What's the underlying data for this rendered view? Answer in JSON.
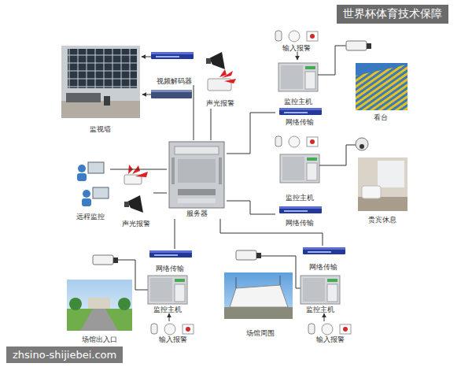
{
  "diagram": {
    "nodes": [
      {
        "text": [
          "监视墙"
        ]
      },
      {
        "text": [
          "视频解码器"
        ]
      },
      {
        "text": [
          "声光报警"
        ]
      },
      {
        "text": [
          "服务器"
        ]
      },
      {
        "text": [
          "远程监控"
        ]
      },
      {
        "text": [
          "声光报警"
        ]
      },
      {
        "text": [
          "输入报警"
        ]
      },
      {
        "text": [
          "监控主机"
        ]
      },
      {
        "text": [
          "网络传输"
        ]
      },
      {
        "text": [
          "看台"
        ]
      },
      {
        "text": [
          "监控主机"
        ]
      },
      {
        "text": [
          "网络传输"
        ]
      },
      {
        "text": [
          "贵宾休息"
        ]
      },
      {
        "text": [
          "网络传输"
        ]
      },
      {
        "text": [
          "监控主机"
        ]
      },
      {
        "text": [
          "输入报警"
        ]
      },
      {
        "text": [
          "场馆出入口"
        ]
      },
      {
        "text": [
          "网络传输"
        ]
      },
      {
        "text": [
          "监控主机"
        ]
      },
      {
        "text": [
          "输入报警"
        ]
      },
      {
        "text": [
          "场馆周围"
        ]
      }
    ],
    "edges": [
      {
        "from": 1,
        "to": 0,
        "arrow": "to"
      },
      {
        "from": 3,
        "to": 1,
        "arrow": "none"
      },
      {
        "from": 3,
        "to": 2,
        "arrow": "none"
      },
      {
        "from": 3,
        "to": 4,
        "arrow": "none"
      },
      {
        "from": 3,
        "to": 5,
        "arrow": "none"
      },
      {
        "from": 3,
        "to": 8,
        "arrow": "none"
      },
      {
        "from": 3,
        "to": 11,
        "arrow": "none"
      },
      {
        "from": 3,
        "to": 13,
        "arrow": "none"
      },
      {
        "from": 3,
        "to": 17,
        "arrow": "none"
      },
      {
        "from": 6,
        "to": 7,
        "arrow": "to"
      },
      {
        "from": 15,
        "to": 14,
        "arrow": "to"
      },
      {
        "from": 19,
        "to": 18,
        "arrow": "to"
      }
    ],
    "labels": [
      "世界杯体育技术保障",
      "zhsino-shijiebei.com"
    ]
  }
}
